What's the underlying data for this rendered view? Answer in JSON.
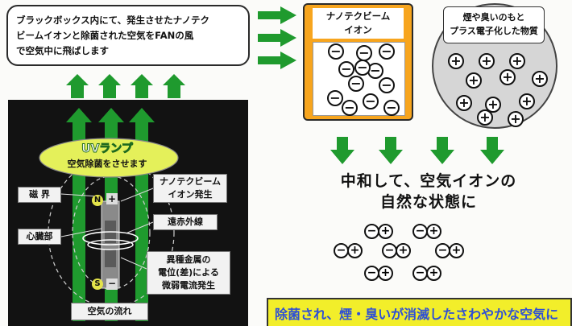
{
  "description": {
    "line1": "ブラックボックス内にて、発生させたナノテク",
    "line2": "ビームイオンと除菌された空気をFANの風",
    "line3": "で空気中に飛ばします"
  },
  "ion_box": {
    "title_line1": "ナノテクビーム",
    "title_line2": "イオン",
    "sign": "⊖"
  },
  "smoke_box": {
    "title_line1": "煙や臭いのもと",
    "title_line2": "プラス電子化した物質",
    "sign": "⊕"
  },
  "device": {
    "uv_title": "UVランプ",
    "uv_subtitle": "空気除菌をさせます",
    "label_magnetic": "磁 界",
    "label_heart": "心臓部",
    "label_nano_line1": "ナノテクビーム",
    "label_nano_line2": "イオン発生",
    "label_infrared": "遠赤外線",
    "label_metal_line1": "異種金属の",
    "label_metal_line2": "電位(差)による",
    "label_metal_line3": "微弱電流発生",
    "label_airflow": "空気の流れ",
    "pole_n": "N",
    "pole_s": "S",
    "plus": "+",
    "minus": "−"
  },
  "neutral": {
    "line1": "中和して、空気イオンの",
    "line2": "自然な状態に"
  },
  "pair_neg": "⊖",
  "pair_pos": "⊕",
  "bottom_banner": "除菌され、煙・臭いが消滅したさわやかな空気に",
  "colors": {
    "arrow_green": "#1f9a2e",
    "ion_orange": "#f7a51e",
    "banner_yellow": "#f2ee2a",
    "banner_text": "#2e4fd6",
    "uv_ellipse": "#e4f05a"
  }
}
